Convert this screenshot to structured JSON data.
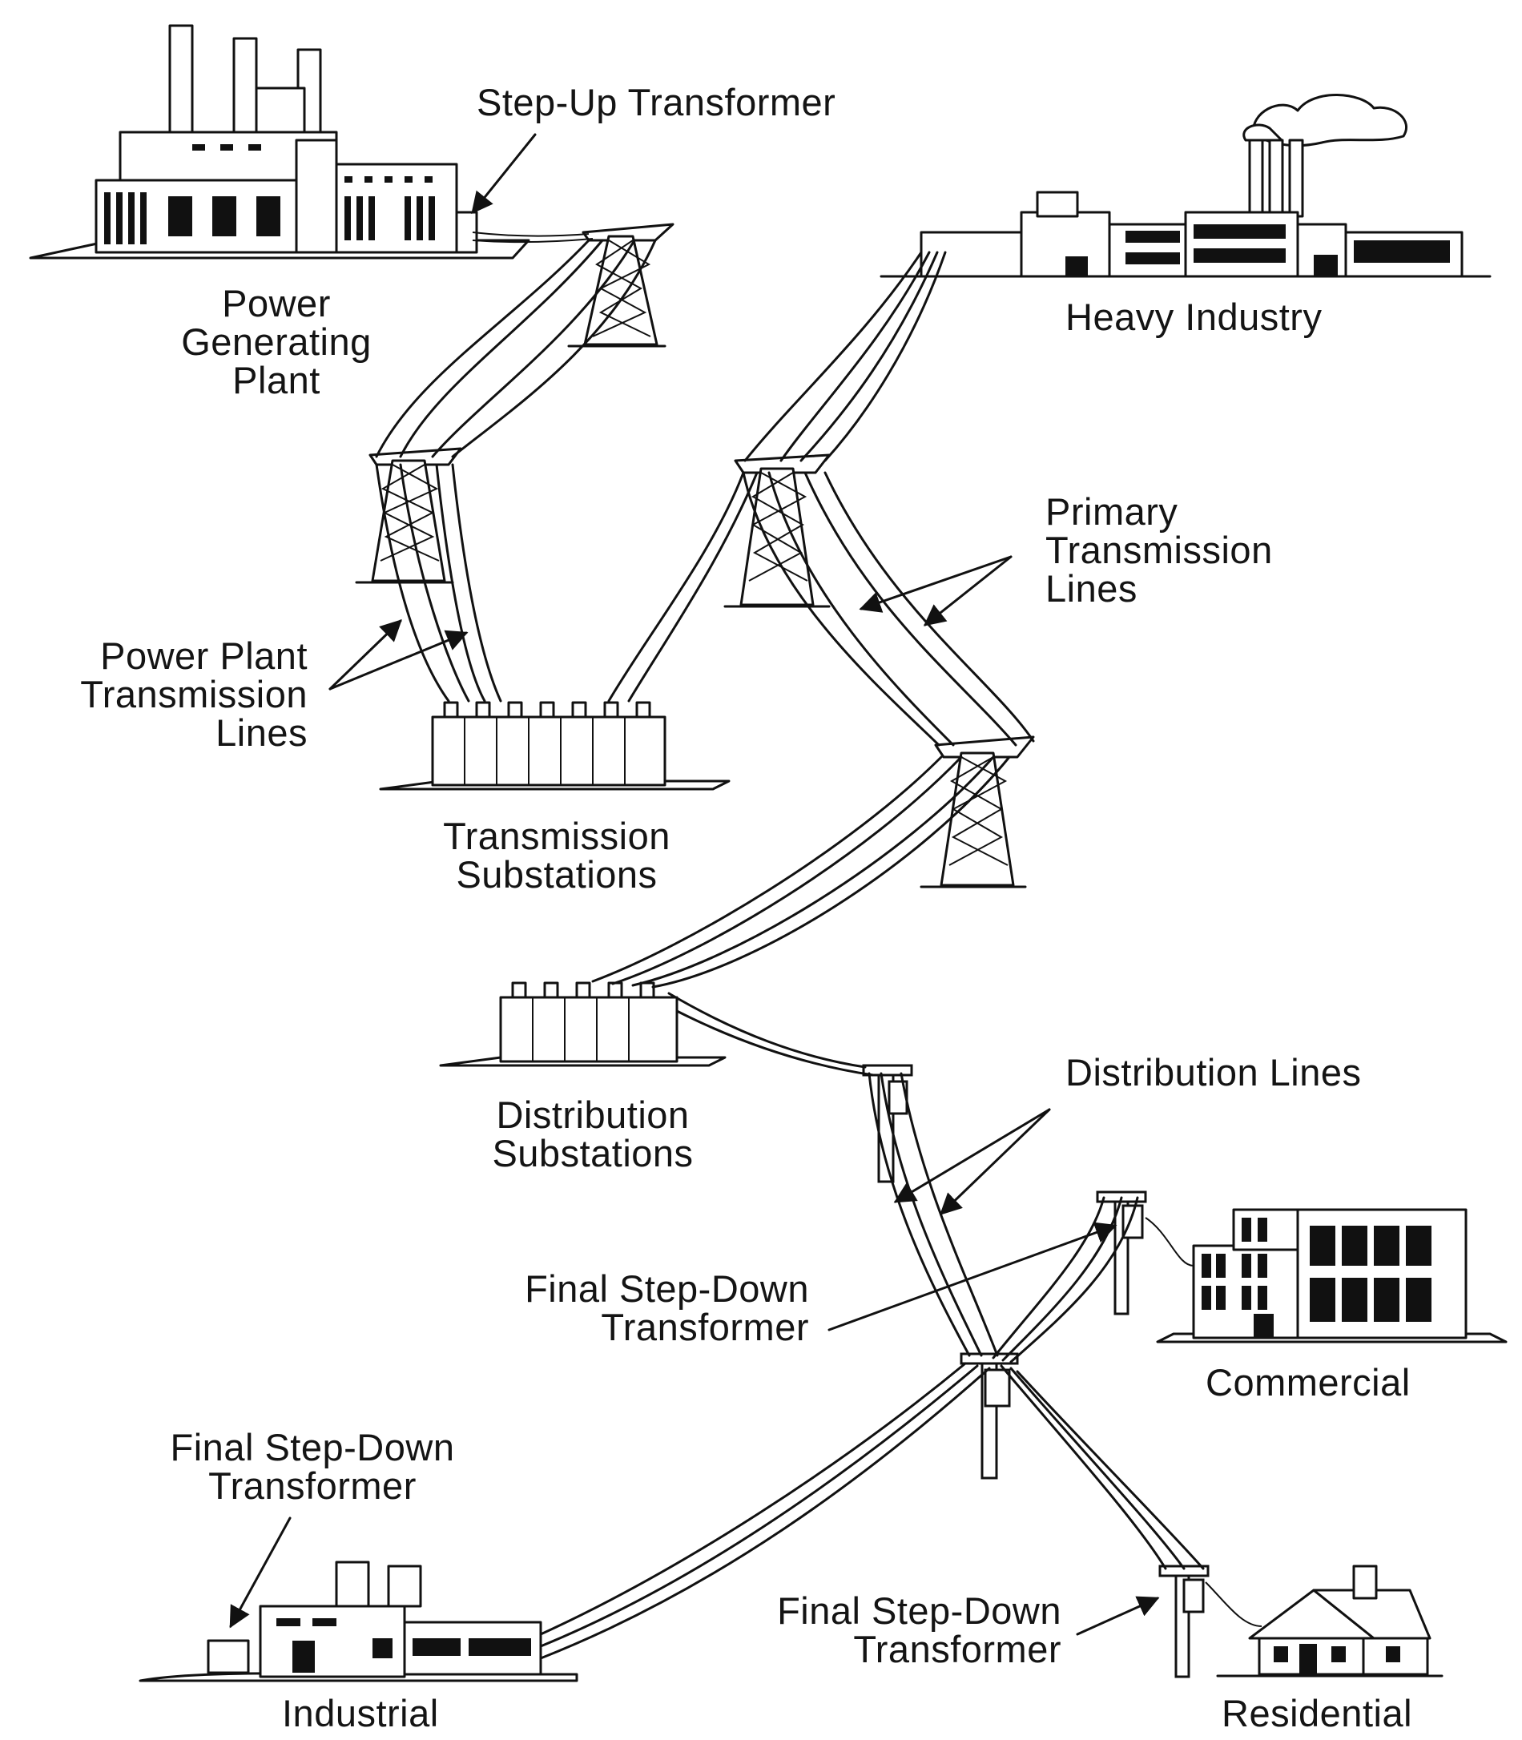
{
  "labels": {
    "step_up_transformer": "Step-Up Transformer",
    "power_generating_plant": [
      "Power",
      "Generating",
      "Plant"
    ],
    "heavy_industry": "Heavy Industry",
    "primary_transmission_lines": [
      "Primary",
      "Transmission",
      "Lines"
    ],
    "power_plant_transmission_lines": [
      "Power Plant",
      "Transmission",
      "Lines"
    ],
    "transmission_substations": [
      "Transmission",
      "Substations"
    ],
    "distribution_lines": "Distribution Lines",
    "distribution_substations": [
      "Distribution",
      "Substations"
    ],
    "final_step_down_commercial": [
      "Final Step-Down",
      "Transformer"
    ],
    "commercial": "Commercial",
    "final_step_down_industrial": [
      "Final Step-Down",
      "Transformer"
    ],
    "final_step_down_residential": [
      "Final Step-Down",
      "Transformer"
    ],
    "industrial": "Industrial",
    "residential": "Residential"
  },
  "colors": {
    "ink": "#111111",
    "background": "#ffffff"
  }
}
